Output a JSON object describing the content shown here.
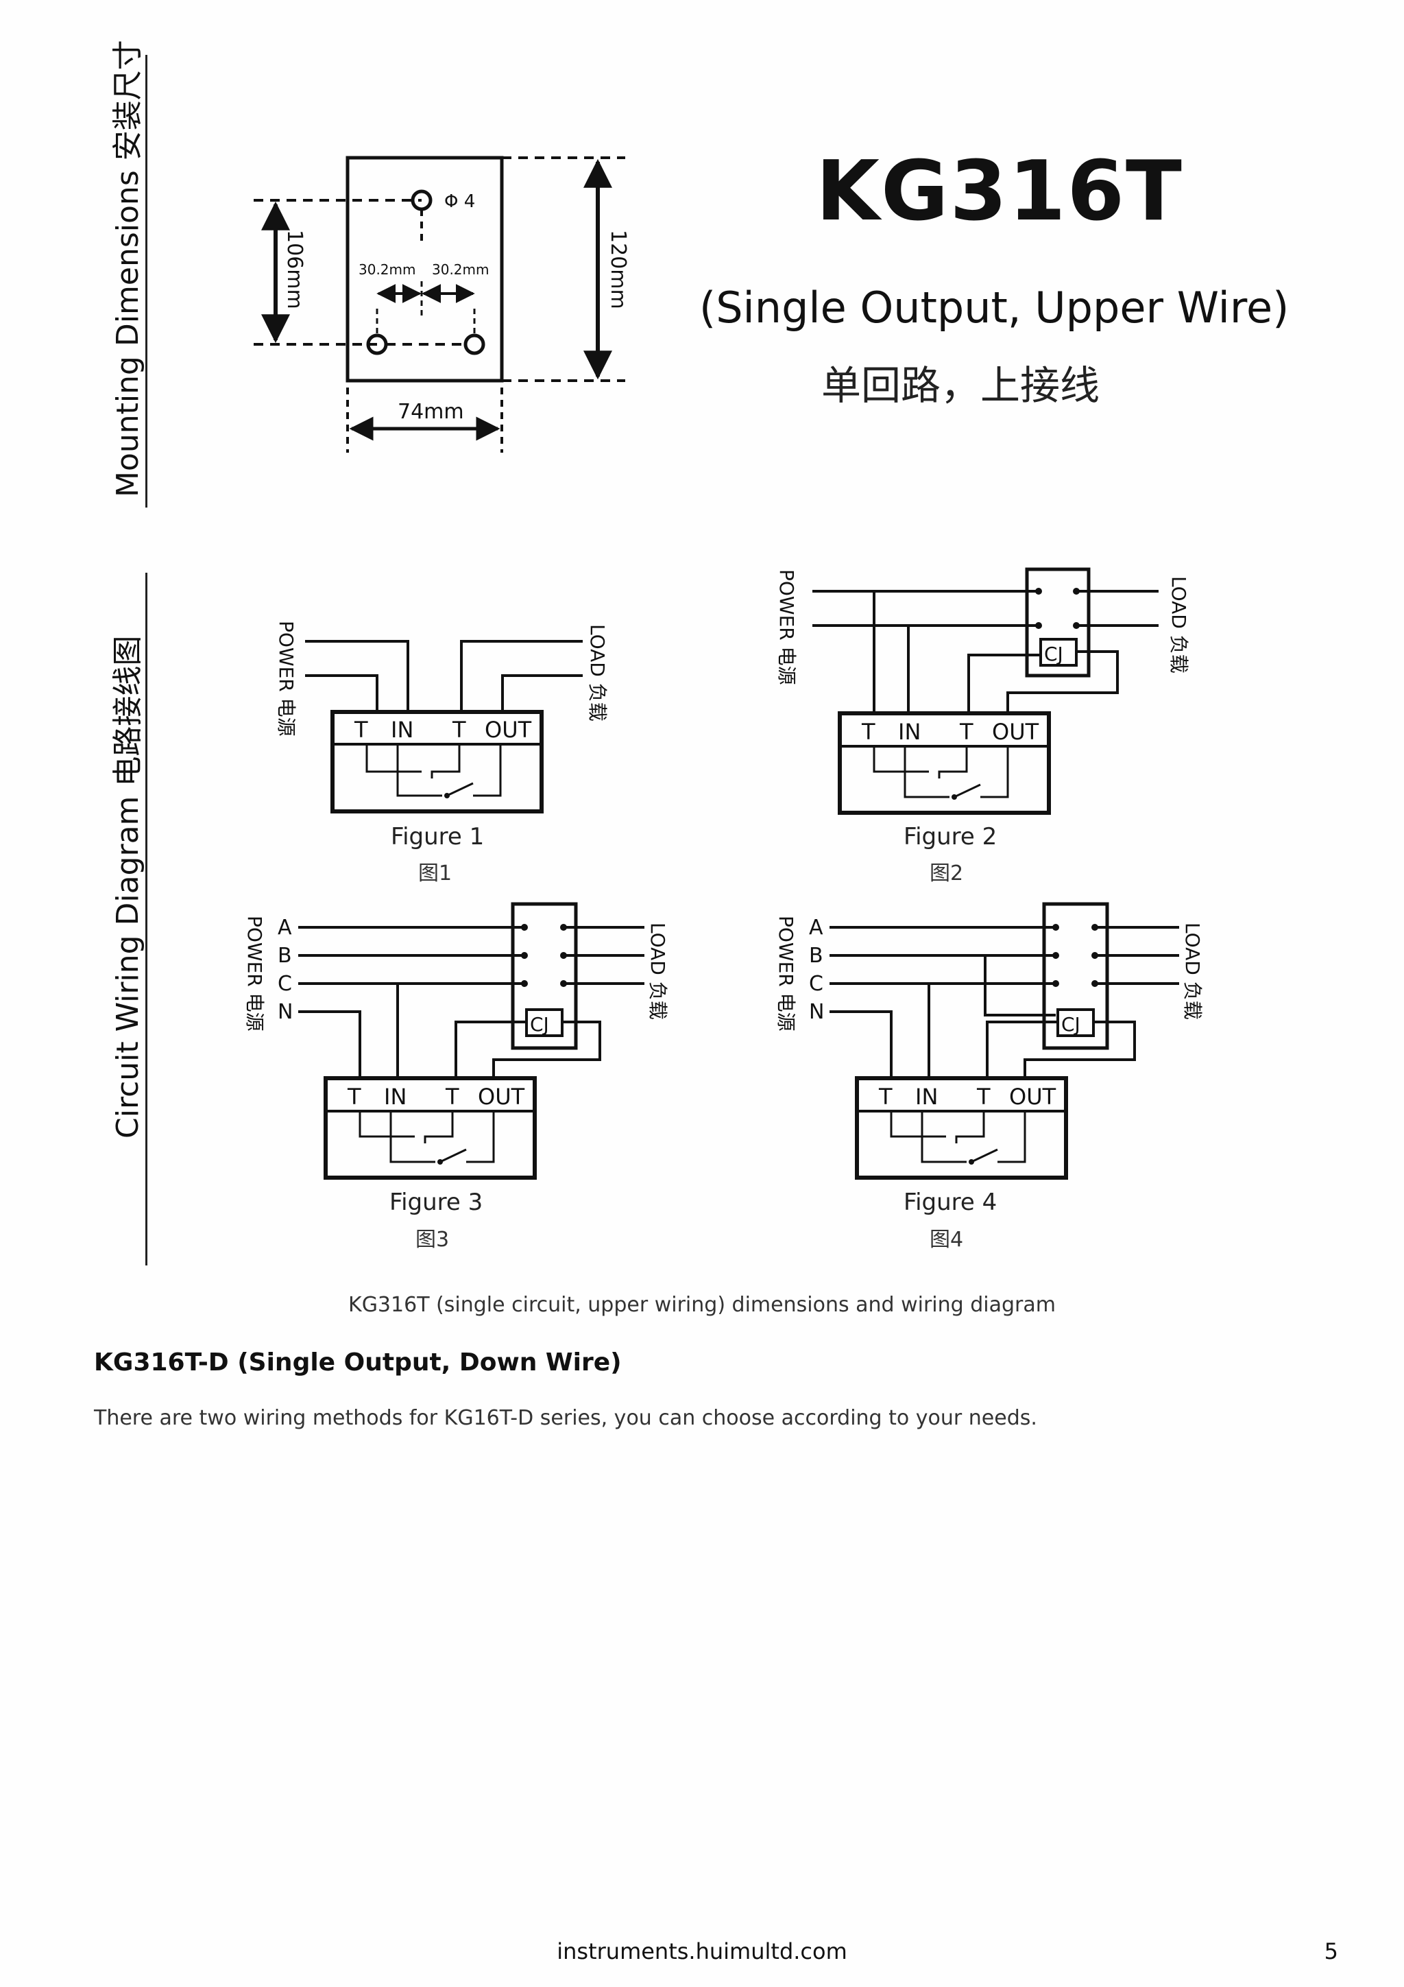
{
  "side_labels": {
    "mounting": "Mounting Dimensions 安装尺寸",
    "wiring": "Circuit Wiring Diagram 电路接线图"
  },
  "product": {
    "model": "KG316T",
    "subtitle": "(Single Output, Upper Wire)",
    "subtitle_cn": "单回路，上接线"
  },
  "dimensions": {
    "hole": "Φ 4",
    "spacing_left": "30.2mm",
    "spacing_right": "30.2mm",
    "inner_height": "106mm",
    "outer_height": "120mm",
    "width": "74mm"
  },
  "labels": {
    "power": "POWER 电源",
    "load": "LOAD 负载",
    "terminals": [
      "T",
      "IN",
      "T",
      "OUT"
    ],
    "cj": "CJ",
    "phases": [
      "A",
      "B",
      "C",
      "N"
    ]
  },
  "figures": [
    {
      "caption": "Figure 1",
      "caption_cn": "图1"
    },
    {
      "caption": "Figure 2",
      "caption_cn": "图2"
    },
    {
      "caption": "Figure 3",
      "caption_cn": "图3"
    },
    {
      "caption": "Figure 4",
      "caption_cn": "图4"
    }
  ],
  "caption": "KG316T (single circuit, upper wiring) dimensions and wiring diagram",
  "section": {
    "heading": "KG316T-D (Single Output, Down Wire)",
    "body": "There are two wiring methods for KG16T-D series, you can choose according to your needs."
  },
  "footer": {
    "url": "instruments.huimultd.com",
    "page": "5"
  }
}
